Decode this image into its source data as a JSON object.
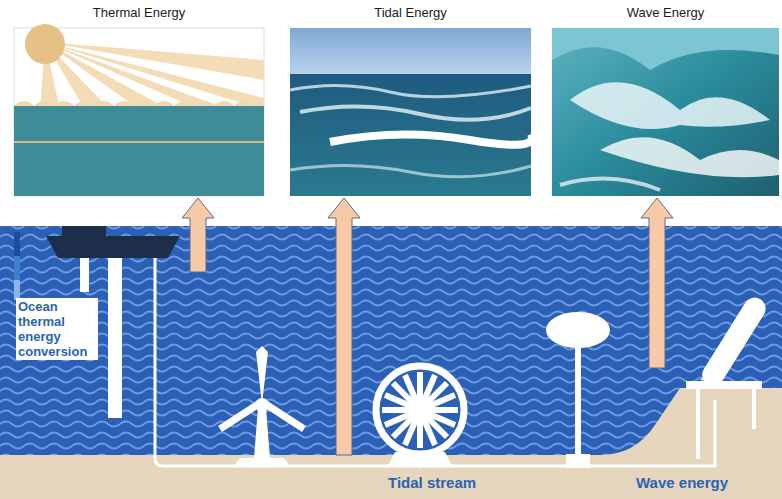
{
  "diagram": {
    "nodes": [
      {
        "text": [
          "Thermal Energy"
        ]
      },
      {
        "text": [
          "Tidal Energy"
        ]
      },
      {
        "text": [
          "Wave Energy"
        ]
      }
    ],
    "labels": [
      "Ocean thermal energy conversion",
      "Tidal stream",
      "Wave energy"
    ]
  }
}
